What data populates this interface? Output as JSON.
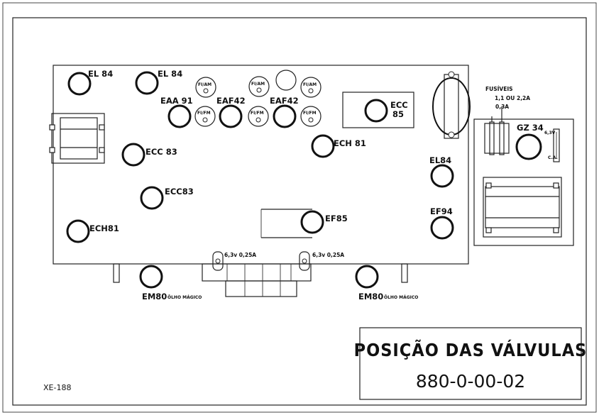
{
  "drawing": {
    "title": "POSIÇÃO DAS VÁLVULAS",
    "number": "880-0-00-02",
    "ref": "XE-188"
  },
  "tubes": {
    "el84_a": "EL 84",
    "el84_b": "EL 84",
    "eaa91": "EAA 91",
    "eaf42_a": "EAF42",
    "eaf42_b": "EAF42",
    "ecc85_a": "ECC",
    "ecc85_b": "85",
    "ecc83_a": "ECC 83",
    "ecc83_b": "ECC83",
    "ech81_a": "ECH 81",
    "ech81_b": "ECH81",
    "ef85": "EF85",
    "el84_c": "EL84",
    "ef94": "EF94",
    "gz34": "GZ 34",
    "em80_a": "EM80",
    "em80_b": "EM80"
  },
  "transformers": {
    "fi_am_1": "FI/AM",
    "fi_am_2": "FI/AM",
    "fi_am_3": "FI/AM",
    "fi_fm_1": "FI/FM",
    "fi_fm_2": "FI/FM",
    "fi_fm_3": "FI/FM"
  },
  "notes": {
    "olho_1": "ÔLHO MÁGICO",
    "olho_2": "ÔLHO MÁGICO",
    "lamp_1": "6,3v 0,25A",
    "lamp_2": "6,3v 0,25A",
    "fusiveis": "FUSÍVEIS",
    "fuse_a": "1,1 OU 2,2A",
    "fuse_b": "0,3A",
    "v63": "6,3V",
    "ca": "C.A."
  }
}
